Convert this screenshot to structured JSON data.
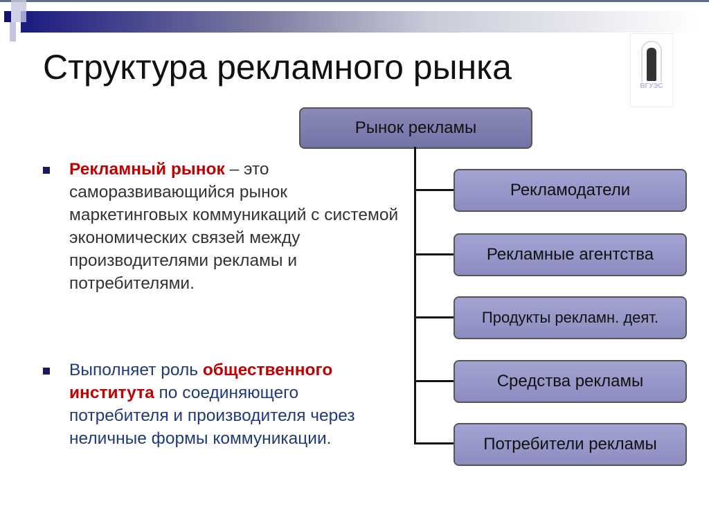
{
  "title": "Структура рекламного рынка",
  "logo": {
    "text": "ВГУЭС"
  },
  "diagram": {
    "root": "Рынок рекламы",
    "children": [
      "Рекламодатели",
      "Рекламные агентства",
      "Продукты рекламн. деят.",
      "Средства рекламы",
      "Потребители рекламы"
    ]
  },
  "bullets": [
    {
      "term": "Рекламный рынок",
      "text": " – это саморазвивающийся  рынок маркетинговых коммуникаций с системой экономических связей между производителями рекламы и потребителями."
    },
    {
      "pre": "Выполняет роль ",
      "term": "общественного института",
      "text": " по соединяющего потребителя и производителя через неличные формы коммуникации."
    }
  ],
  "colors": {
    "accent_red": "#c00000",
    "text_blue": "#1f3a7a",
    "box_fill": "#9999cc"
  }
}
